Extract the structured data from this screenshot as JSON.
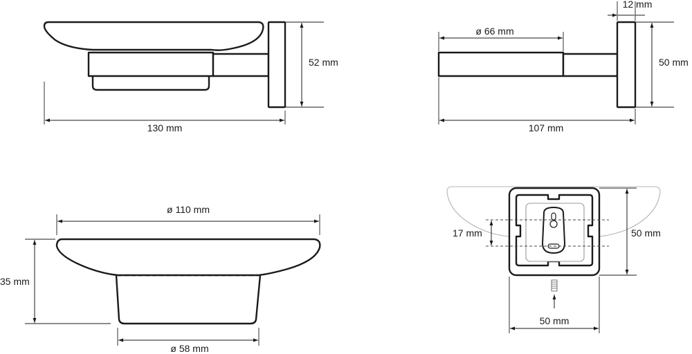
{
  "views": {
    "side": {
      "width_label": "130 mm",
      "height_label": "52 mm"
    },
    "arm": {
      "tube_label": "ø 66 mm",
      "flange_label": "12 mm",
      "height_label": "50 mm",
      "length_label": "107 mm"
    },
    "front": {
      "dish_label": "ø 110 mm",
      "height_label": "35 mm",
      "cup_label": "ø 58 mm"
    },
    "bracket": {
      "hole_label": "17 mm",
      "height_label": "50 mm",
      "width_label": "50 mm"
    }
  }
}
